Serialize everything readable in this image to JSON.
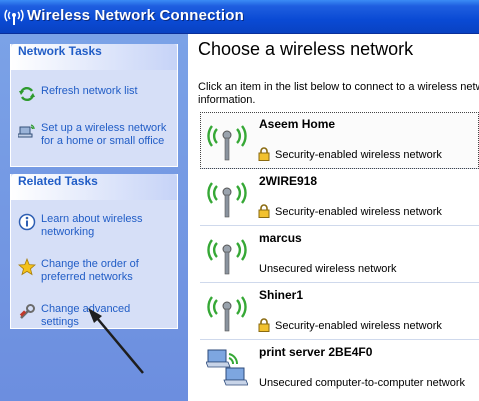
{
  "window": {
    "title": "Wireless Network Connection"
  },
  "sidebar": {
    "network_tasks": {
      "header": "Network Tasks",
      "items": [
        {
          "label": "Refresh network list",
          "icon": "refresh-icon"
        },
        {
          "label": "Set up a wireless network for a home or small office",
          "line1": "Set up a wireless network",
          "line2": "for a home or small office",
          "icon": "setup-network-icon"
        }
      ]
    },
    "related_tasks": {
      "header": "Related Tasks",
      "items": [
        {
          "line1": "Learn about wireless",
          "line2": "networking",
          "icon": "info-icon"
        },
        {
          "line1": "Change the order of",
          "line2": "preferred networks",
          "icon": "star-icon"
        },
        {
          "line1": "Change advanced",
          "line2": "settings",
          "icon": "settings-icon"
        }
      ]
    }
  },
  "main": {
    "heading": "Choose a wireless network",
    "instruction_line1": "Click an item in the list below to connect to a wireless netw",
    "instruction_line2": "information."
  },
  "networks": [
    {
      "name": "Aseem Home",
      "status": "Security-enabled wireless network",
      "secure": true,
      "type": "access-point"
    },
    {
      "name": "2WIRE918",
      "status": "Security-enabled wireless network",
      "secure": true,
      "type": "access-point"
    },
    {
      "name": "marcus",
      "status": "Unsecured wireless network",
      "secure": false,
      "type": "access-point"
    },
    {
      "name": "Shiner1",
      "status": "Security-enabled wireless network",
      "secure": true,
      "type": "access-point"
    },
    {
      "name": "print server 2BE4F0",
      "status": "Unsecured computer-to-computer network",
      "secure": false,
      "type": "computer-to-computer"
    }
  ],
  "colors": {
    "titlebar": "#0a4ad4",
    "task_link": "#215dc6",
    "pane": "#6e8fe0"
  }
}
